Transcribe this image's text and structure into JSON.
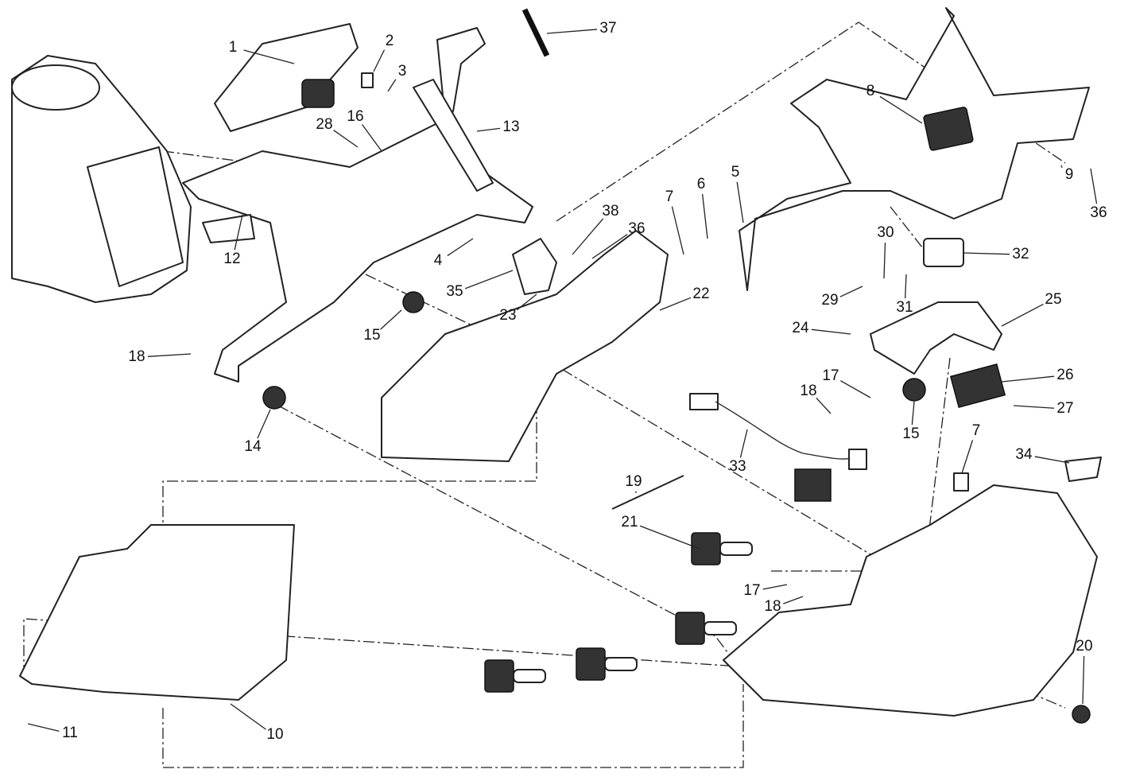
{
  "diagram": {
    "type": "exploded-parts-diagram",
    "callouts": [
      "1",
      "2",
      "3",
      "37",
      "13",
      "28",
      "16",
      "12",
      "4",
      "35",
      "38",
      "36",
      "7",
      "6",
      "5",
      "8",
      "9",
      "36",
      "30",
      "32",
      "29",
      "31",
      "25",
      "24",
      "26",
      "27",
      "17",
      "18",
      "15",
      "15",
      "18",
      "14",
      "23",
      "22",
      "33",
      "19",
      "21",
      "7",
      "34",
      "17",
      "18",
      "20",
      "11",
      "10"
    ]
  }
}
